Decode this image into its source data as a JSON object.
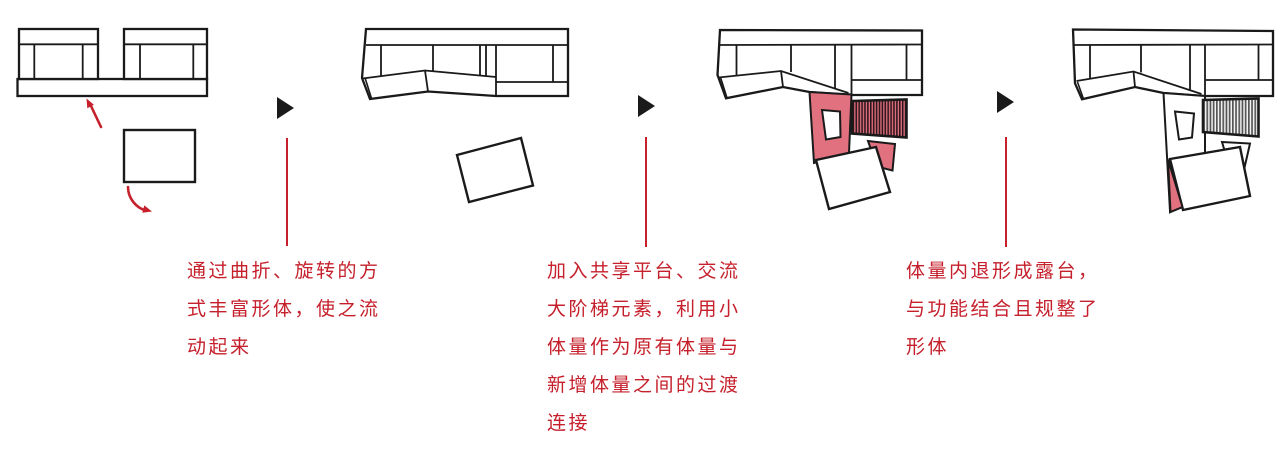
{
  "colors": {
    "ink": "#1a1a1a",
    "red": "#c5202c",
    "pink": "#e1717f",
    "hatch-dark": "#2f161c",
    "hatch-gray": "#565656",
    "hatch-bg": "#f2f2f2"
  },
  "captions": [
    {
      "text": "通过曲折、旋转的方\n式丰富形体，使之流\n动起来"
    },
    {
      "text": "加入共享平台、交流\n大阶梯元素，利用小\n体量作为原有体量与\n新增体量之间的过渡\n连接"
    },
    {
      "text": "体量内退形成露台，\n与功能结合且规整了\n形体"
    }
  ]
}
